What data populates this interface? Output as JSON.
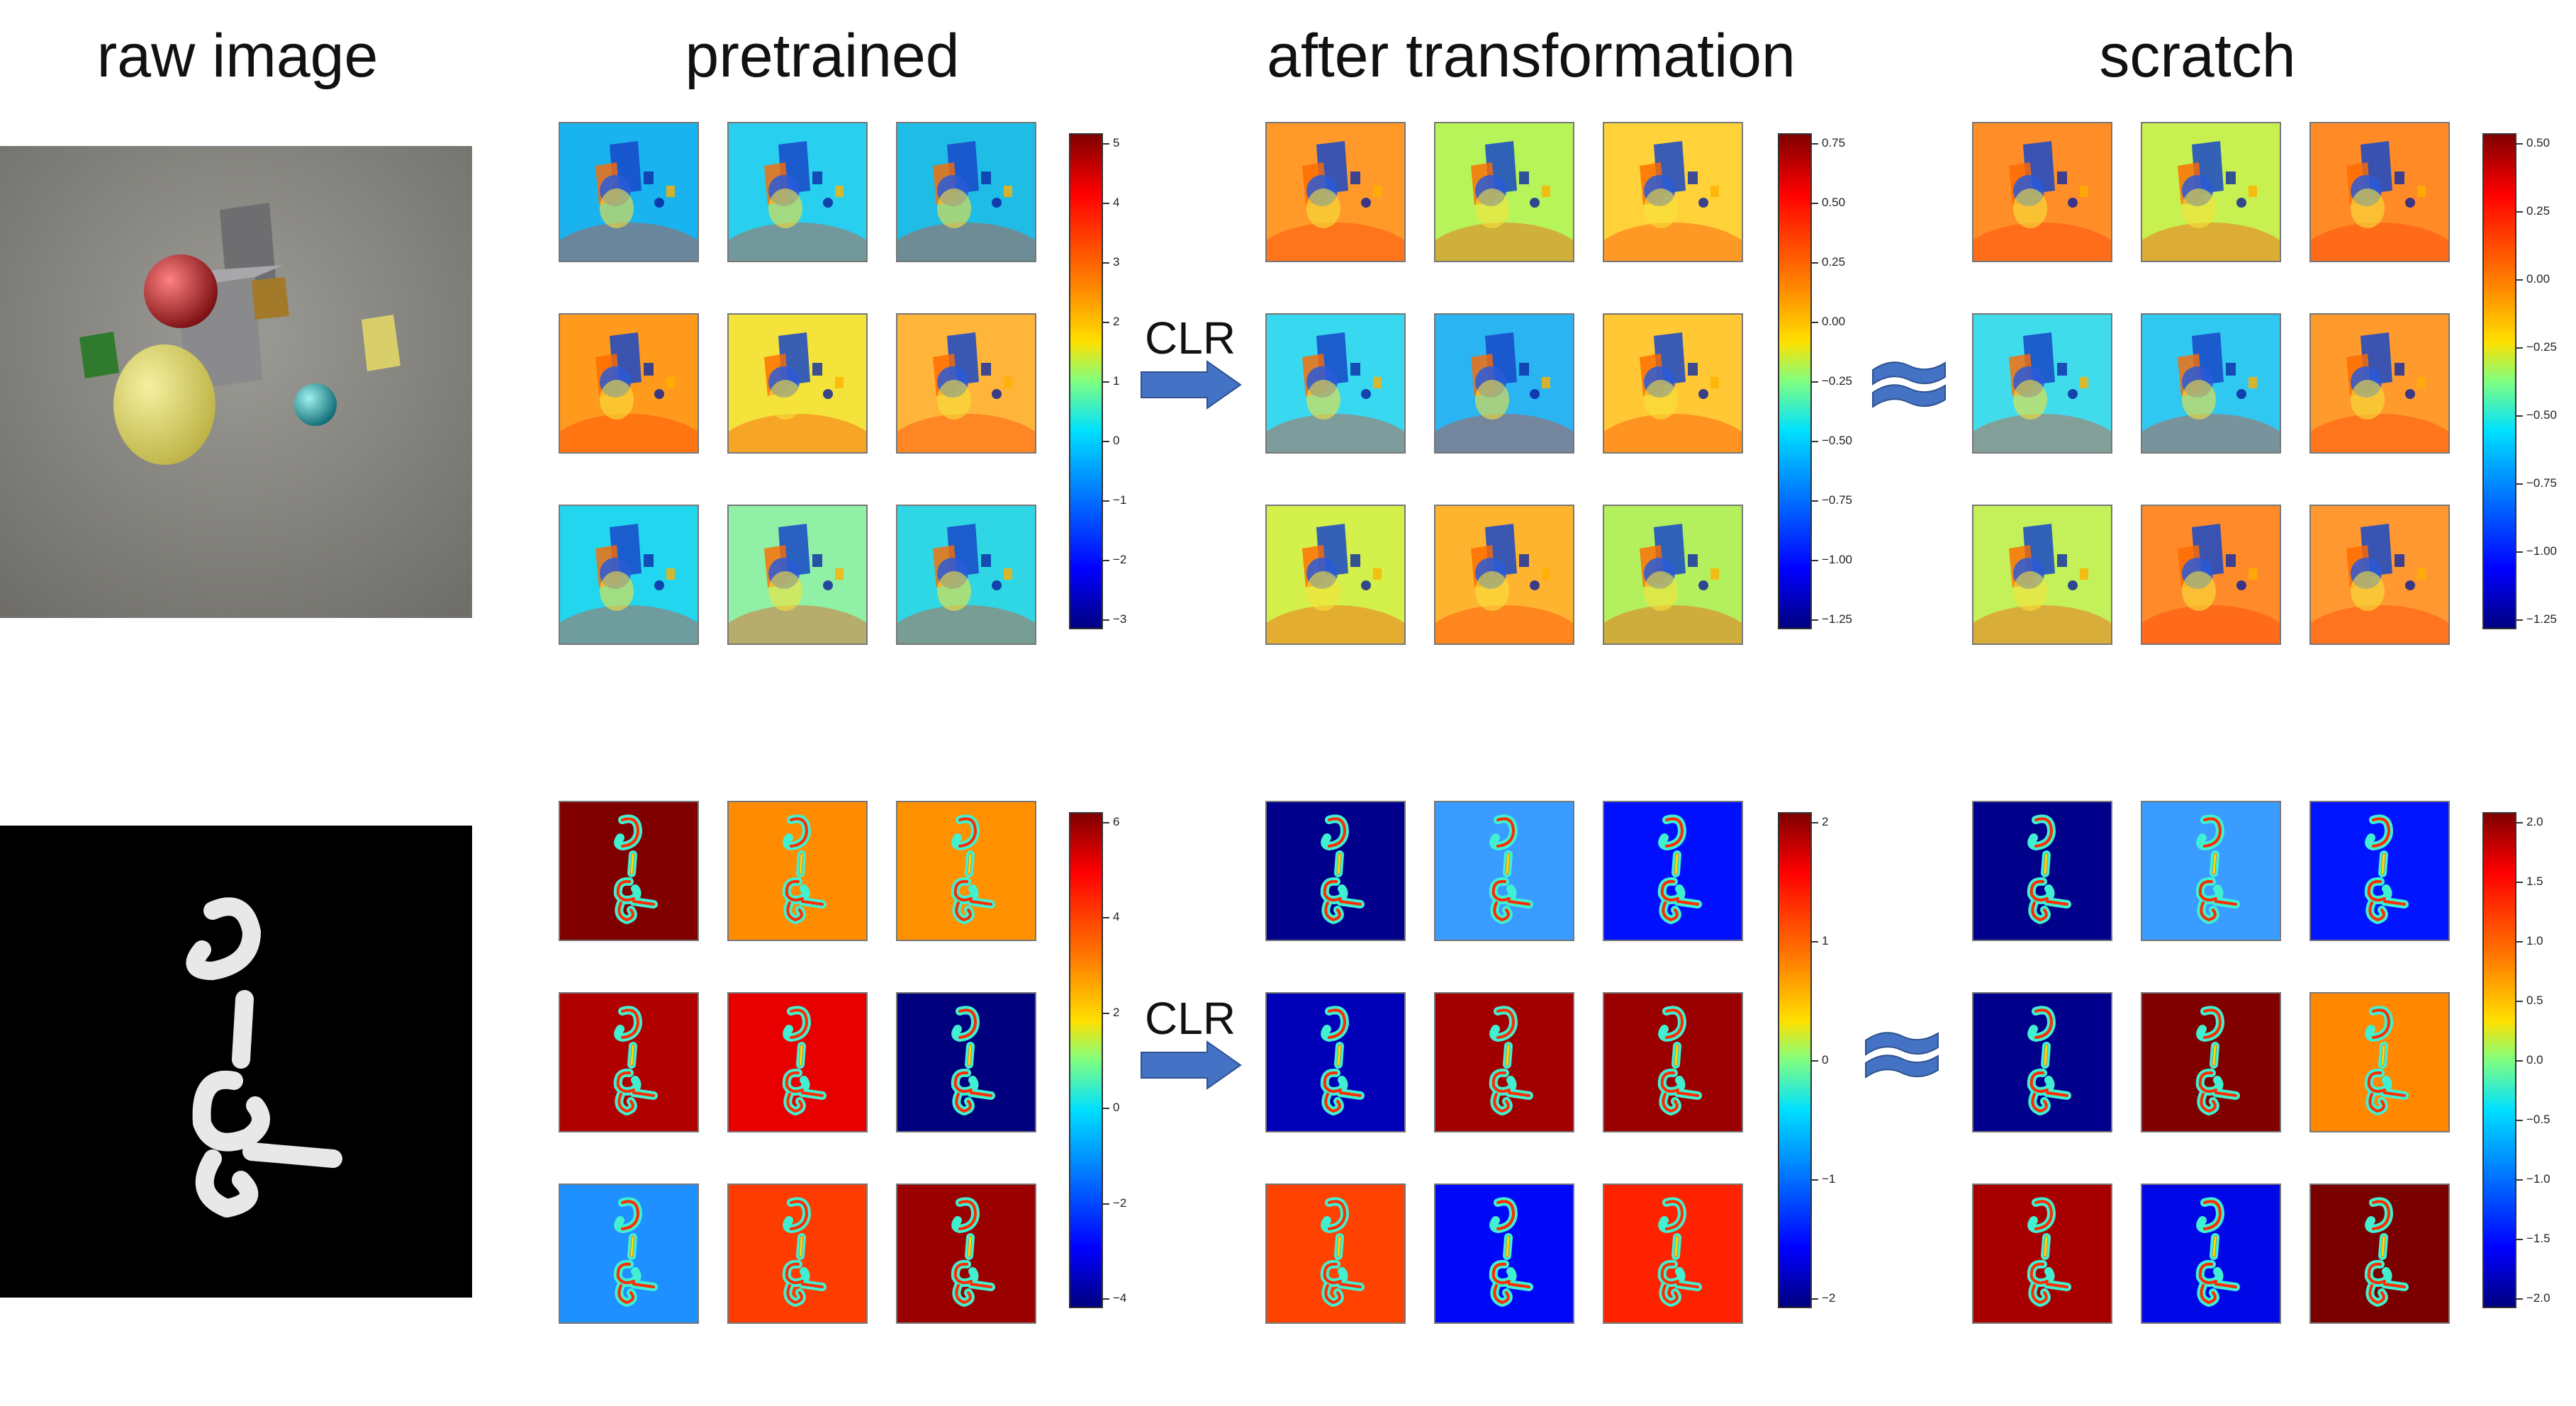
{
  "headers": {
    "raw": "raw image",
    "pretrained": "pretrained",
    "after": "after transformation",
    "scratch": "scratch"
  },
  "arrow_label": "CLR",
  "row1": {
    "pretrained": {
      "tiles": [
        [
          "#19b4f0",
          "#28cfee",
          "#1fbde6"
        ],
        [
          "#ff9a1c",
          "#f3e33a",
          "#ffb43a"
        ],
        [
          "#22d6f0",
          "#8ff0a6",
          "#2fd7e4"
        ]
      ],
      "ticks": [
        "5",
        "4",
        "3",
        "2",
        "1",
        "0",
        "−1",
        "−2",
        "−3"
      ]
    },
    "after": {
      "tiles": [
        [
          "#ff9a2a",
          "#b6f45a",
          "#ffd23a"
        ],
        [
          "#38d8f0",
          "#2ab4f2",
          "#ffc834"
        ],
        [
          "#d4f04a",
          "#ffb430",
          "#b4f05e"
        ]
      ],
      "ticks": [
        "0.75",
        "0.50",
        "0.25",
        "0.00",
        "−0.25",
        "−0.50",
        "−0.75",
        "−1.00",
        "−1.25"
      ]
    },
    "scratch": {
      "tiles": [
        [
          "#ff8e28",
          "#c8f050",
          "#ff8a26"
        ],
        [
          "#40dcec",
          "#30c8f0",
          "#ff9a2c"
        ],
        [
          "#c4f05a",
          "#ff8a2a",
          "#ff9830"
        ]
      ],
      "ticks": [
        "0.50",
        "0.25",
        "0.00",
        "−0.25",
        "−0.50",
        "−0.75",
        "−1.00",
        "−1.25"
      ]
    }
  },
  "row2": {
    "pretrained": {
      "tiles": [
        [
          "#800000",
          "#ff8c00",
          "#ff9000"
        ],
        [
          "#b00000",
          "#e80000",
          "#00007e"
        ],
        [
          "#1e90ff",
          "#ff3c00",
          "#9a0000"
        ]
      ],
      "ticks": [
        "6",
        "4",
        "2",
        "0",
        "−2",
        "−4"
      ]
    },
    "after": {
      "tiles": [
        [
          "#00008c",
          "#3a9cff",
          "#0010ff"
        ],
        [
          "#0000b8",
          "#a20000",
          "#9a0000"
        ],
        [
          "#ff4200",
          "#0008f8",
          "#ff2200"
        ]
      ],
      "ticks": [
        "2",
        "1",
        "0",
        "−1",
        "−2"
      ]
    },
    "scratch": {
      "tiles": [
        [
          "#00008a",
          "#3a9cff",
          "#0014ff"
        ],
        [
          "#00008c",
          "#800000",
          "#ff8800"
        ],
        [
          "#a80000",
          "#0008e8",
          "#7a0000"
        ]
      ],
      "ticks": [
        "2.0",
        "1.5",
        "1.0",
        "0.5",
        "0.0",
        "−0.5",
        "−1.0",
        "−1.5",
        "−2.0"
      ]
    }
  }
}
